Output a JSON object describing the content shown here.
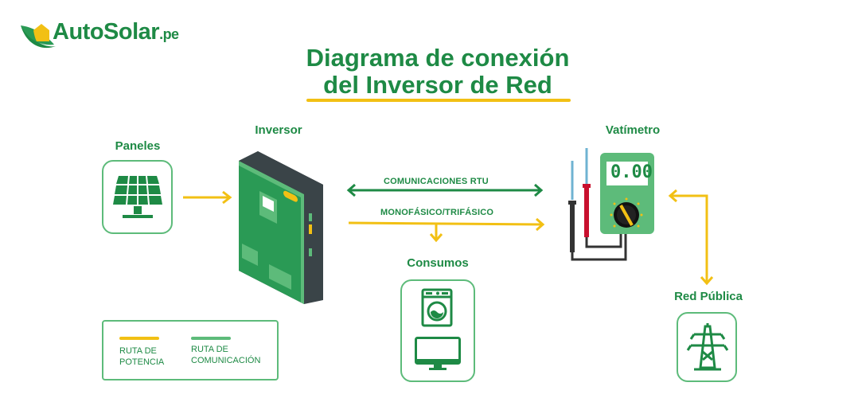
{
  "brand": {
    "name": "AutoSolar",
    "tld": ".pe"
  },
  "title": {
    "line1": "Diagrama de conexión",
    "line2": "del Inversor de Red"
  },
  "components": {
    "panels": {
      "label": "Paneles",
      "icon": "solar-panel-icon"
    },
    "inverter": {
      "label": "Inversor",
      "icon": "inverter-icon"
    },
    "wattmeter": {
      "label": "Vatímetro",
      "icon": "multimeter-icon",
      "display": "0.00"
    },
    "loads": {
      "label": "Consumos",
      "icons": [
        "washing-machine-icon",
        "monitor-icon"
      ]
    },
    "grid": {
      "label": "Red Pública",
      "icon": "power-tower-icon"
    }
  },
  "connections": {
    "communication": "COMUNICACIONES RTU",
    "power": "MONOFÁSICO/TRIFÁSICO"
  },
  "legend": {
    "power": {
      "line1": "RUTA DE",
      "line2": "POTENCIA",
      "color": "#f2c014"
    },
    "communication": {
      "line1": "RUTA DE",
      "line2": "COMUNICACIÓN",
      "color": "#5dbb7a"
    }
  },
  "colors": {
    "primary": "#1e8a45",
    "accent": "#f2c014",
    "light_green": "#5dbb7a",
    "dark": "#3a4448"
  }
}
